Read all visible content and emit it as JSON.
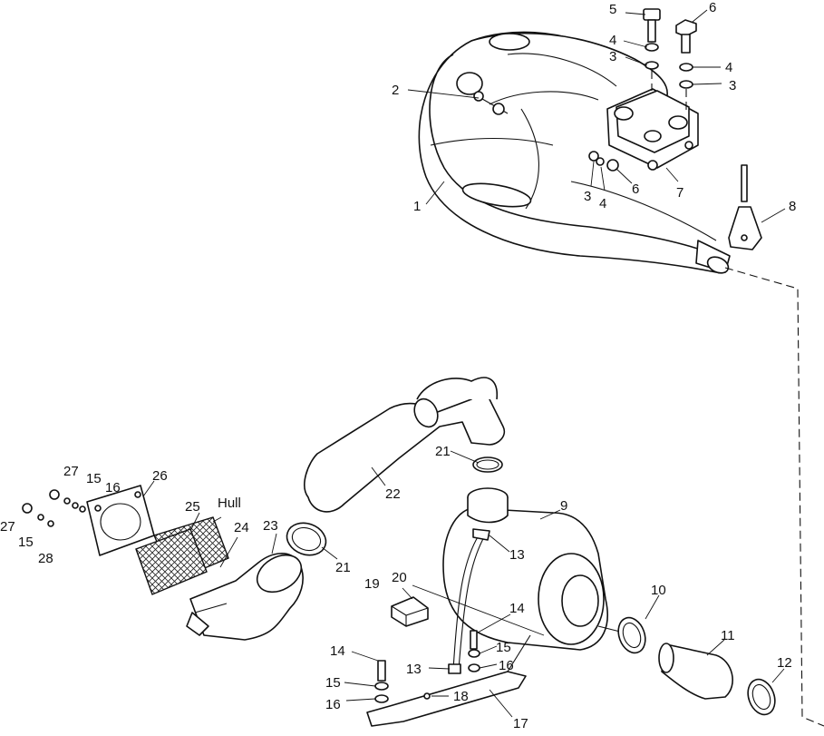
{
  "labels": {
    "n1": "1",
    "n2": "2",
    "n3a": "3",
    "n3b": "3",
    "n3c": "3",
    "n4a": "4",
    "n4b": "4",
    "n4c": "4",
    "n5": "5",
    "n6a": "6",
    "n6b": "6",
    "n7": "7",
    "n8": "8",
    "n9": "9",
    "n10": "10",
    "n11": "11",
    "n12": "12",
    "n13a": "13",
    "n13b": "13",
    "n14a": "14",
    "n14b": "14",
    "n15a": "15",
    "n15b": "15",
    "n15c": "15",
    "n15d": "15",
    "n16a": "16",
    "n16b": "16",
    "n16c": "16",
    "n17": "17",
    "n18": "18",
    "n19": "19",
    "n20": "20",
    "n21a": "21",
    "n21b": "21",
    "n22": "22",
    "n23": "23",
    "n24": "24",
    "n25": "25",
    "n26": "26",
    "hull": "Hull",
    "n27a": "27",
    "n27b": "27",
    "n28": "28"
  }
}
